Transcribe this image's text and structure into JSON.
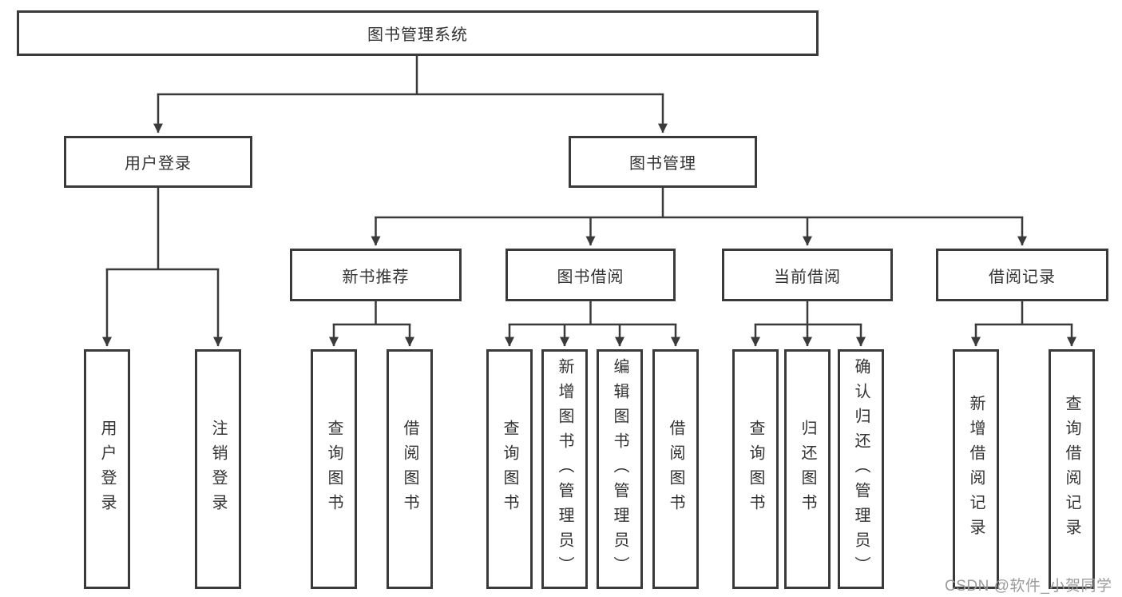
{
  "diagram": {
    "root": {
      "label": "图书管理系统"
    },
    "branches": [
      {
        "label": "用户登录",
        "leaves": [
          {
            "label": "用户登录"
          },
          {
            "label": "注销登录"
          }
        ]
      },
      {
        "label": "图书管理",
        "groups": [
          {
            "label": "新书推荐",
            "leaves": [
              {
                "label": "查询图书"
              },
              {
                "label": "借阅图书"
              }
            ]
          },
          {
            "label": "图书借阅",
            "leaves": [
              {
                "label": "查询图书"
              },
              {
                "label": "新增图书（管理员）"
              },
              {
                "label": "编辑图书（管理员）"
              },
              {
                "label": "借阅图书"
              }
            ]
          },
          {
            "label": "当前借阅",
            "leaves": [
              {
                "label": "查询图书"
              },
              {
                "label": "归还图书"
              },
              {
                "label": "确认归还（管理员）"
              }
            ]
          },
          {
            "label": "借阅记录",
            "leaves": [
              {
                "label": "新增借阅记录"
              },
              {
                "label": "查询借阅记录"
              }
            ]
          }
        ]
      }
    ]
  },
  "watermark": {
    "text": "CSDN @软件_小贺同学"
  },
  "colors": {
    "line": "#3a3a3a",
    "box_border": "#3a3a3a",
    "text": "#333333",
    "watermark": "#9b9b9b",
    "background": "#ffffff"
  }
}
